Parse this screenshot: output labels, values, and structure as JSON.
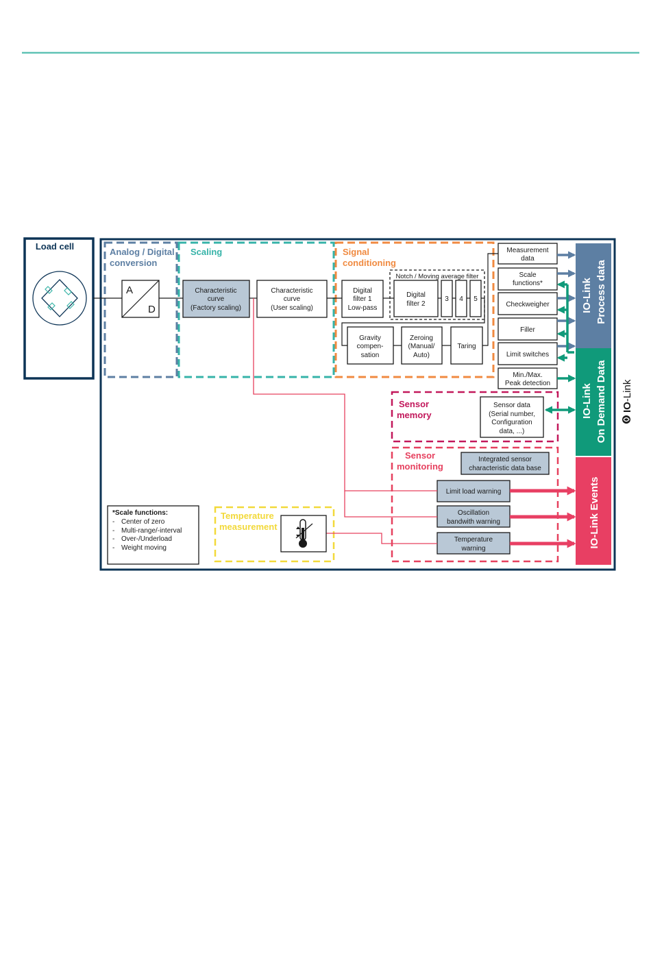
{
  "diagram": {
    "load_cell": {
      "title": "Load cell"
    },
    "sections": {
      "ad": {
        "title": [
          "Analog / Digital",
          "conversion"
        ],
        "color": "#5d7fa3"
      },
      "scaling": {
        "title": [
          "Scaling"
        ],
        "color": "#36b3a8"
      },
      "signal": {
        "title": [
          "Signal",
          "conditioning"
        ],
        "color": "#f08a40"
      },
      "sensor_memory": {
        "title": [
          "Sensor",
          "memory"
        ],
        "color": "#c2185b"
      },
      "sensor_monitoring": {
        "title": [
          "Sensor",
          "monitoring"
        ],
        "color": "#e6405e"
      },
      "temperature": {
        "title": [
          "Temperature",
          "measurement"
        ],
        "color": "#f2d93a"
      }
    },
    "ad_converter": {
      "a": "A",
      "d": "D"
    },
    "blocks": {
      "char_factory": [
        "Characteristic",
        "curve",
        "(Factory scaling)"
      ],
      "char_user": [
        "Characteristic",
        "curve",
        "(User scaling)"
      ],
      "digital_filter1": [
        "Digital",
        "filter 1",
        "Low-pass"
      ],
      "notch_title": "Notch / Moving average filter",
      "digital_filter2": [
        "Digital",
        "filter 2"
      ],
      "f3": "3",
      "f4": "4",
      "f5": "5",
      "gravity": [
        "Gravity",
        "compen-",
        "sation"
      ],
      "zeroing": [
        "Zeroing",
        "(Manual/",
        "Auto)"
      ],
      "taring": [
        "Taring"
      ],
      "sensor_data": [
        "Sensor data",
        "(Serial number,",
        "Configuration",
        "data, ...)"
      ],
      "integrated_db": [
        "Integrated sensor",
        "characteristic data base"
      ],
      "limit_load": [
        "Limit load warning"
      ],
      "oscillation": [
        "Oscillation",
        "bandwith warning"
      ],
      "temp_warning": [
        "Temperature",
        "warning"
      ]
    },
    "outputs": [
      [
        "Measurement",
        "data"
      ],
      [
        "Scale",
        "functions*"
      ],
      [
        "Checkweigher"
      ],
      [
        "Filler"
      ],
      [
        "Limit switches"
      ],
      [
        "Min./Max.",
        "Peak detection"
      ]
    ],
    "panels": {
      "process": {
        "lines": [
          "IO-Link",
          "Process data"
        ],
        "color": "#5d7fa3"
      },
      "demand": {
        "lines": [
          "IO-Link",
          "On Demand Data"
        ],
        "color": "#109a7a"
      },
      "events": {
        "lines": [
          "IO-Link  Events"
        ],
        "color": "#e83f63"
      }
    },
    "legend": {
      "title": "*Scale functions:",
      "items": [
        "Center of zero",
        "Multi-range/-interval",
        "Over-/Underload",
        "Weight moving"
      ]
    },
    "logo": {
      "bold": "IO",
      "rest": "-Link"
    },
    "colors": {
      "navy": "#0d3456",
      "teal_rule": "#5fc2b5"
    }
  }
}
